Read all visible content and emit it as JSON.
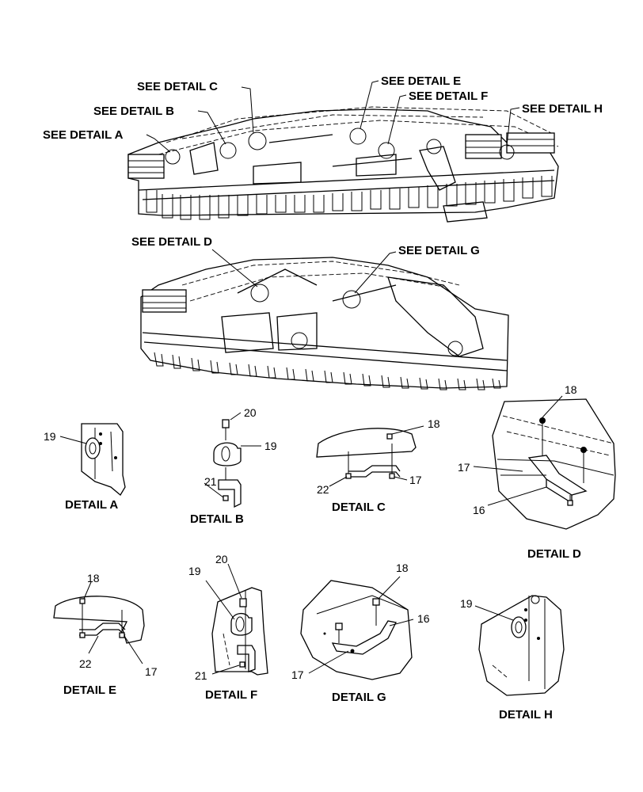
{
  "callouts": {
    "see_a": "SEE DETAIL  A",
    "see_b": "SEE DETAIL  B",
    "see_c": "SEE DETAIL  C",
    "see_d": "SEE DETAIL  D",
    "see_e": "SEE DETAIL  E",
    "see_f": "SEE DETAIL  F",
    "see_g": "SEE DETAIL  G",
    "see_h": "SEE DETAIL  H"
  },
  "details": {
    "a": "DETAIL  A",
    "b": "DETAIL  B",
    "c": "DETAIL  C",
    "d": "DETAIL  D",
    "e": "DETAIL  E",
    "f": "DETAIL  F",
    "g": "DETAIL  G",
    "h": "DETAIL  H"
  },
  "parts": {
    "p16": "16",
    "p17": "17",
    "p18": "18",
    "p19": "19",
    "p20": "20",
    "p21": "21",
    "p22": "22"
  }
}
